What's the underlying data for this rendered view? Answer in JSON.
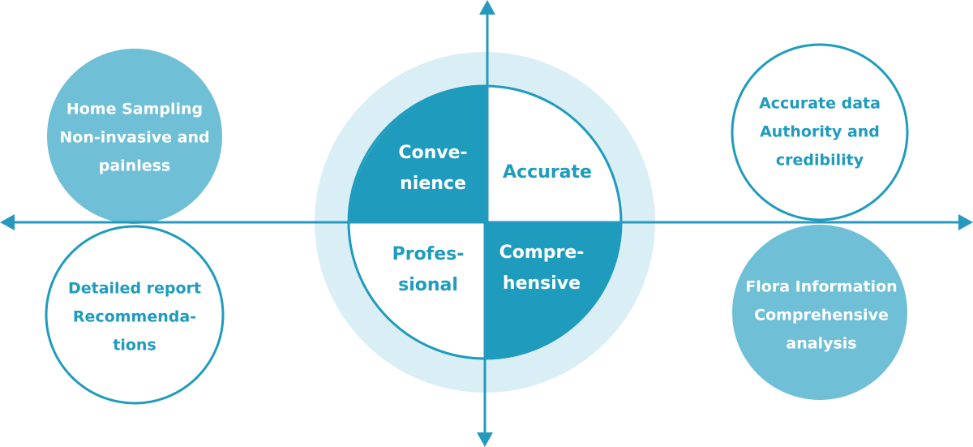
{
  "colors": {
    "dark": "#1e9bbd",
    "light": "#6fbfd6",
    "ring": "#daeef5",
    "line": "#2699bf"
  },
  "center": {
    "top_left": [
      "Conve-",
      "nience"
    ],
    "top_right": [
      "Accurate"
    ],
    "bottom_left": [
      "Profes-",
      "sional"
    ],
    "bottom_right": [
      "Compre-",
      "hensive"
    ]
  },
  "left_top": [
    "Home Sampling",
    "Non-invasive and",
    "painless"
  ],
  "left_bottom": [
    "Detailed report",
    "Recommenda-",
    "tions"
  ],
  "right_top": [
    "Accurate data",
    "Authority and",
    "credibility"
  ],
  "right_bottom": [
    "Flora Information",
    "Comprehensive",
    "analysis"
  ]
}
